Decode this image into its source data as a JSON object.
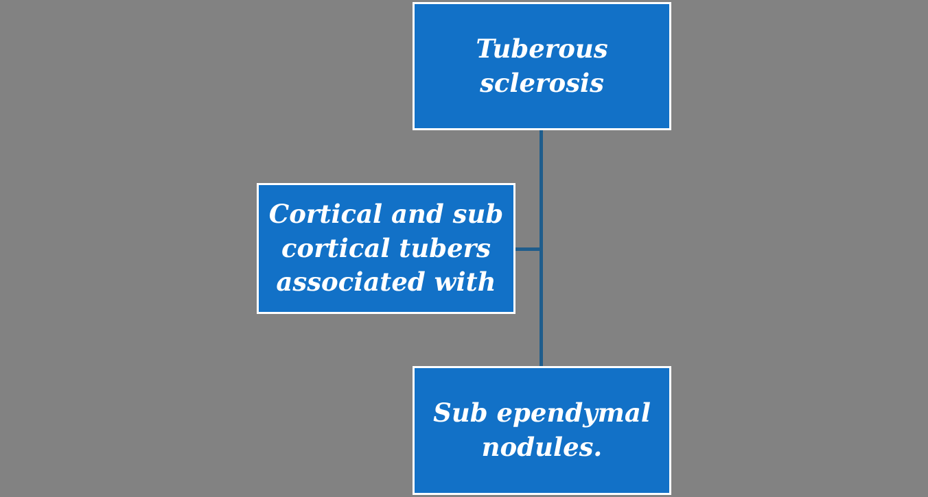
{
  "diagram": {
    "background_color": "#828282",
    "node_fill_color": "#1271C7",
    "node_border_color": "#FFFFFF",
    "node_text_color": "#FFFFFF",
    "connector_color": "#1F5D8C",
    "nodes": [
      {
        "id": "tuberous-sclerosis",
        "label": "Tuberous sclerosis",
        "lines": [
          "Tuberous",
          "sclerosis"
        ]
      },
      {
        "id": "cortical-subcortical-tubers",
        "label": "Cortical and sub cortical tubers associated with",
        "lines": [
          "Cortical and sub",
          "cortical tubers",
          "associated with"
        ]
      },
      {
        "id": "subependymal-nodules",
        "label": "Sub ependymal nodules.",
        "lines": [
          "Sub ependymal",
          "nodules."
        ]
      }
    ]
  }
}
